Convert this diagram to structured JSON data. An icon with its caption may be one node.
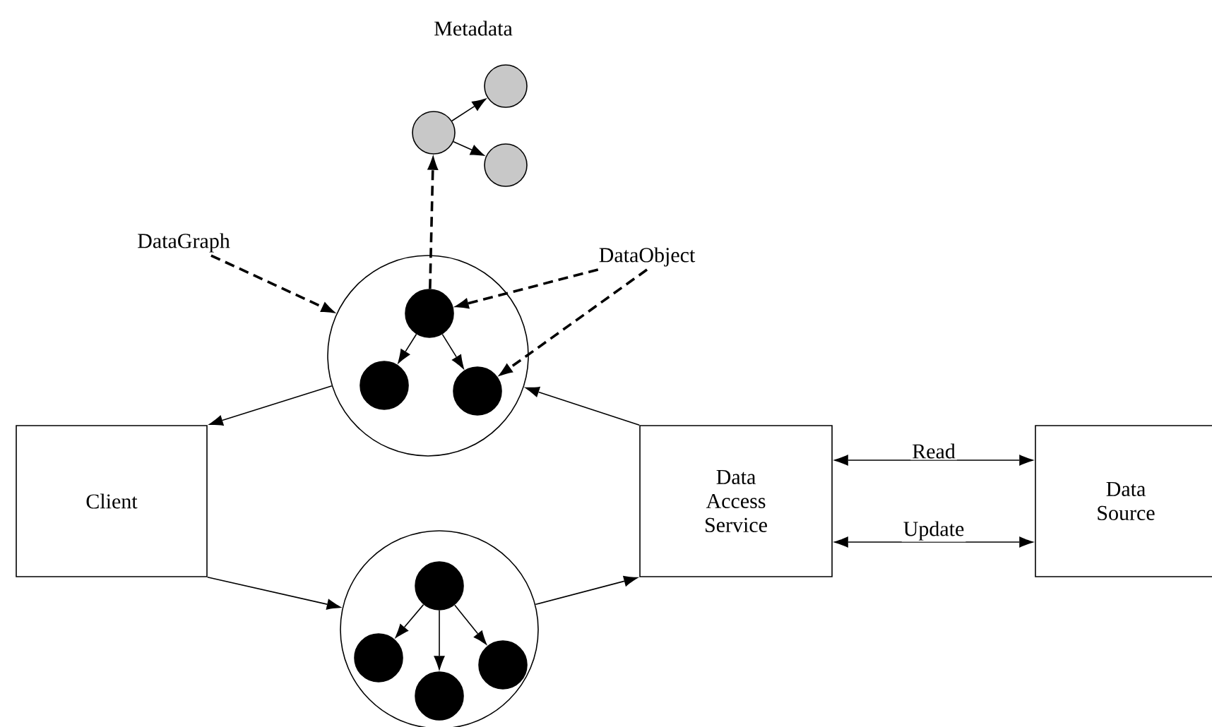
{
  "diagram": {
    "nodes": [
      {
        "text": [],
        "shape": "circle"
      },
      {
        "text": [],
        "shape": "circle"
      },
      {
        "text": [],
        "shape": "circle"
      },
      {
        "text": [
          "DataGraph"
        ]
      },
      {
        "text": [
          "DataObject"
        ]
      },
      {
        "text": [],
        "shape": "circle"
      },
      {
        "text": [],
        "shape": "circle",
        "in": 5
      },
      {
        "text": [],
        "shape": "circle",
        "in": 5
      },
      {
        "text": [],
        "shape": "circle",
        "in": 5
      },
      {
        "text": [
          "Client"
        ]
      },
      {
        "text": [
          "Data Access Service"
        ]
      },
      {
        "text": [
          "Data Source"
        ]
      },
      {
        "text": [],
        "shape": "circle"
      },
      {
        "text": [],
        "shape": "circle",
        "in": 12
      },
      {
        "text": [],
        "shape": "circle",
        "in": 12
      },
      {
        "text": [],
        "shape": "circle",
        "in": 12
      },
      {
        "text": [],
        "shape": "circle",
        "in": 12
      }
    ],
    "edges": [
      {
        "from": 0,
        "to": 1,
        "arrow": "to"
      },
      {
        "from": 0,
        "to": 2,
        "arrow": "to"
      },
      {
        "from": 6,
        "to": 0,
        "arrow": "to",
        "style": "dashed"
      },
      {
        "from": 3,
        "to": 5,
        "arrow": "to",
        "style": "dashed"
      },
      {
        "from": 4,
        "to": 6,
        "arrow": "to",
        "style": "dashed"
      },
      {
        "from": 4,
        "to": 8,
        "arrow": "to",
        "style": "dashed"
      },
      {
        "from": 6,
        "to": 7,
        "arrow": "to"
      },
      {
        "from": 6,
        "to": 8,
        "arrow": "to"
      },
      {
        "from": 5,
        "to": 9,
        "arrow": "to"
      },
      {
        "from": 10,
        "to": 5,
        "arrow": "to"
      },
      {
        "from": 9,
        "to": 12,
        "arrow": "to"
      },
      {
        "from": 12,
        "to": 10,
        "arrow": "to"
      },
      {
        "from": 10,
        "to": 11,
        "label": "Read",
        "arrow": "both"
      },
      {
        "from": 10,
        "to": 11,
        "label": "Update",
        "arrow": "both"
      },
      {
        "from": 13,
        "to": 14,
        "arrow": "to"
      },
      {
        "from": 13,
        "to": 15,
        "arrow": "to"
      },
      {
        "from": 13,
        "to": 16,
        "arrow": "to"
      }
    ],
    "labels": [
      "Metadata"
    ]
  }
}
